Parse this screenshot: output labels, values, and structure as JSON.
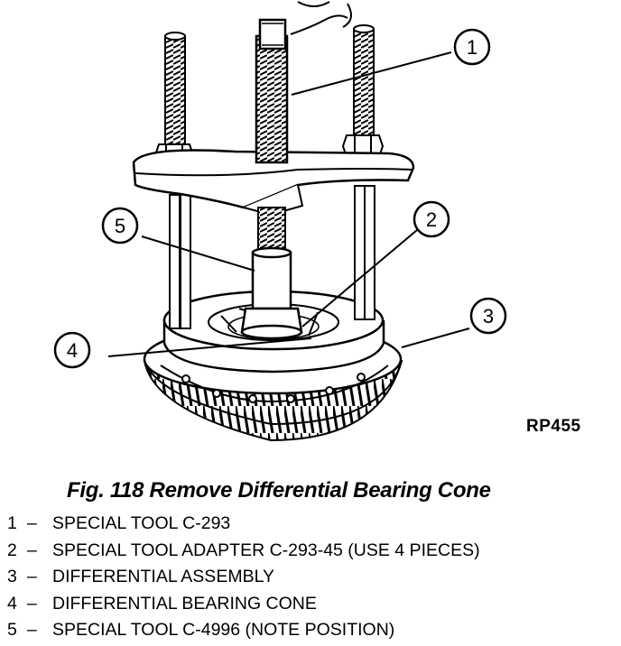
{
  "figure": {
    "reference_code": "RP455",
    "caption": "Fig. 118 Remove Differential Bearing Cone",
    "callouts": [
      "1",
      "2",
      "3",
      "4",
      "5"
    ]
  },
  "legend": [
    {
      "number": "1",
      "dash": "–",
      "text": "SPECIAL TOOL C-293"
    },
    {
      "number": "2",
      "dash": "–",
      "text": "SPECIAL TOOL ADAPTER C-293-45 (USE 4 PIECES)"
    },
    {
      "number": "3",
      "dash": "–",
      "text": "DIFFERENTIAL ASSEMBLY"
    },
    {
      "number": "4",
      "dash": "–",
      "text": "DIFFERENTIAL BEARING CONE"
    },
    {
      "number": "5",
      "dash": "–",
      "text": "SPECIAL TOOL C-4996 (NOTE POSITION)"
    }
  ]
}
